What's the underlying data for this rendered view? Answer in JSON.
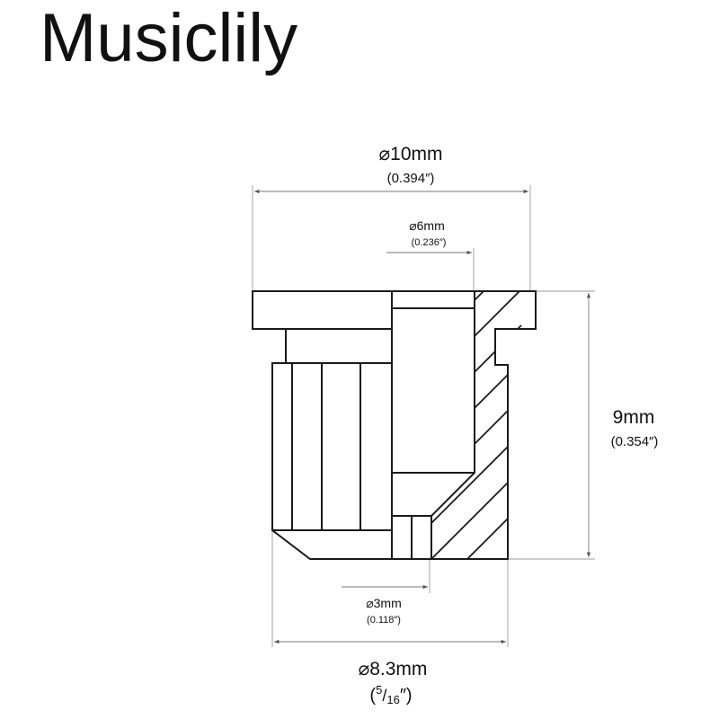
{
  "brand": "Musiclily",
  "dimensions": {
    "top_diameter": {
      "metric": "⌀10mm",
      "imperial": "(0.394″)"
    },
    "inner_diameter": {
      "metric": "⌀6mm",
      "imperial": "(0.236″)"
    },
    "height": {
      "metric": "9mm",
      "imperial": "(0.354″)"
    },
    "hole_diameter": {
      "metric": "⌀3mm",
      "imperial": "(0.118″)"
    },
    "bottom_diameter": {
      "metric": "⌀8.3mm",
      "imperial_open": "(",
      "imperial_num": "5",
      "imperial_slash": "/",
      "imperial_den": "16",
      "imperial_close": "″)"
    }
  },
  "colors": {
    "line": "#1a1a1a",
    "dimension_line": "#7a7a7a",
    "background": "#ffffff"
  }
}
